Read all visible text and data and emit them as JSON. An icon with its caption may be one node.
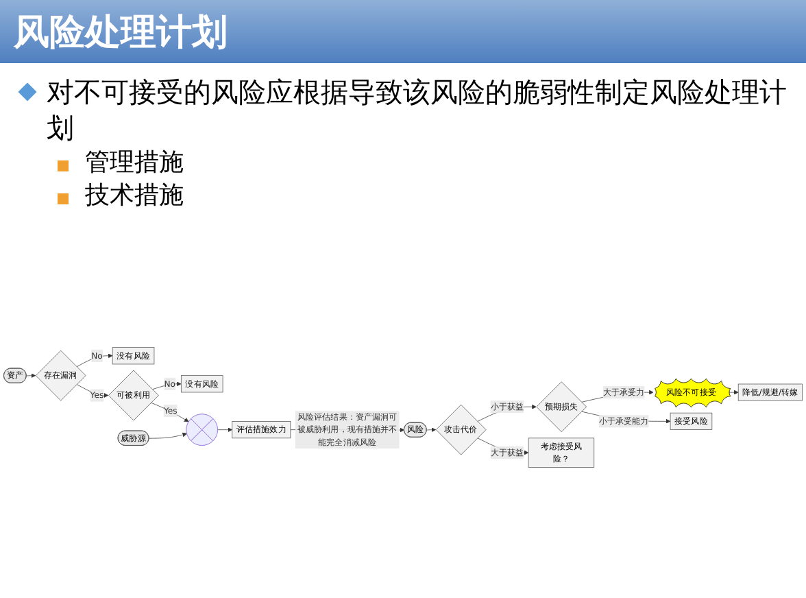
{
  "diagram": {
    "title": "风险处理计划",
    "nodes": [
      {
        "text": [
          "资产"
        ]
      },
      {
        "text": [
          "存在漏洞"
        ]
      },
      {
        "text": [
          "没有风险"
        ]
      },
      {
        "text": [
          "可被利用"
        ]
      },
      {
        "text": [
          "没有风险"
        ]
      },
      {
        "text": [
          "威胁源"
        ]
      },
      {
        "text": [],
        "shape": "circle"
      },
      {
        "text": [
          "评估措施效力"
        ]
      },
      {
        "text": [
          "风险"
        ]
      },
      {
        "text": [
          "攻击代价"
        ]
      },
      {
        "text": [
          "预期损失"
        ]
      },
      {
        "text": [
          "风险不可接受"
        ]
      },
      {
        "text": [
          "考虑接受风险？"
        ]
      },
      {
        "text": [
          "接受风险"
        ]
      },
      {
        "text": [
          "降低/规避/转嫁"
        ]
      }
    ],
    "edges": [
      {
        "from": 0,
        "to": 1,
        "arrow": "to"
      },
      {
        "from": 1,
        "to": 2,
        "arrow": "to",
        "label": "No"
      },
      {
        "from": 1,
        "to": 3,
        "arrow": "to",
        "label": "Yes"
      },
      {
        "from": 3,
        "to": 4,
        "arrow": "to",
        "label": "No"
      },
      {
        "from": 3,
        "to": 6,
        "arrow": "to",
        "label": "Yes"
      },
      {
        "from": 5,
        "to": 6,
        "arrow": "to"
      },
      {
        "from": 6,
        "to": 7,
        "arrow": "to"
      },
      {
        "from": 7,
        "to": 8,
        "arrow": "to",
        "label": "风险评估结果：资产漏洞可被威胁利用，现有措施并不能完全消减风险"
      },
      {
        "from": 8,
        "to": 9,
        "arrow": "to"
      },
      {
        "from": 9,
        "to": 10,
        "arrow": "to",
        "label": "小于获益"
      },
      {
        "from": 9,
        "to": 12,
        "arrow": "to",
        "label": "大于获益"
      },
      {
        "from": 10,
        "to": 11,
        "arrow": "to",
        "label": "大于承受力"
      },
      {
        "from": 10,
        "to": 13,
        "arrow": "to",
        "label": "小于承受能力"
      },
      {
        "from": 11,
        "to": 14,
        "arrow": "to"
      }
    ],
    "labels": [
      "对不可接受的风险应根据导致该风险的脆弱性制定风险处理计划",
      "管理措施",
      "技术措施"
    ]
  }
}
